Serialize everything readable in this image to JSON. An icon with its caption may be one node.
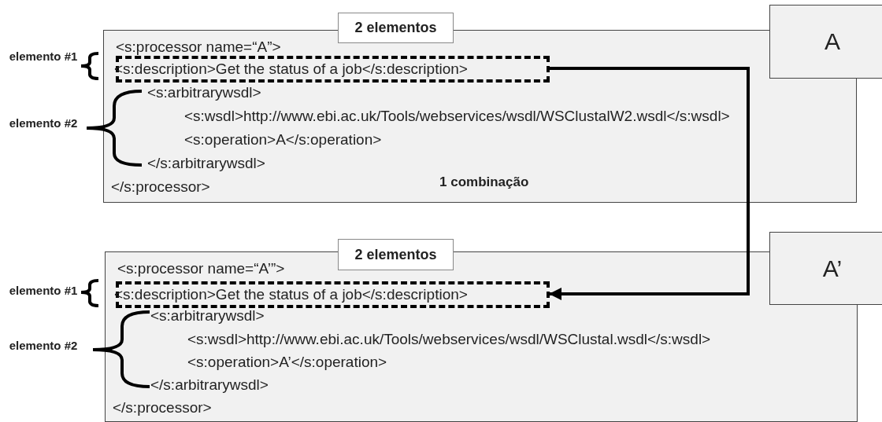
{
  "diagram": {
    "nodes": [
      {
        "text": [
          "2 elementos",
          "<s:processor  name=“A”>",
          "<s:arbitrarywsdl>",
          "<s:wsdl>http://www.ebi.ac.uk/Tools/webservices/wsdl/WSClustalW2.wsdl</s:wsdl>",
          "<s:operation>A</s:operation>",
          "</s:arbitrarywsdl>",
          "</s:processor>"
        ]
      },
      {
        "text": [
          "A"
        ]
      },
      {
        "text": [
          "<s:description>Get the status of a job</s:description>"
        ],
        "in": 0
      },
      {
        "text": [
          "2 elementos",
          "<s:processor  name=“A’”>",
          "<s:arbitrarywsdl>",
          "<s:wsdl>http://www.ebi.ac.uk/Tools/webservices/wsdl/WSClustal.wsdl</s:wsdl>",
          "<s:operation>A’</s:operation>",
          "</s:arbitrarywsdl>",
          "</s:processor>"
        ]
      },
      {
        "text": [
          "A’"
        ]
      },
      {
        "text": [
          "<s:description>Get the status of a job</s:description>"
        ],
        "in": 3
      }
    ],
    "edges": [
      {
        "from": 2,
        "to": 5,
        "arrow": "to"
      }
    ],
    "labels": [
      "elemento #1",
      "elemento #2",
      "1 combinação",
      "elemento #1",
      "elemento #2"
    ]
  }
}
